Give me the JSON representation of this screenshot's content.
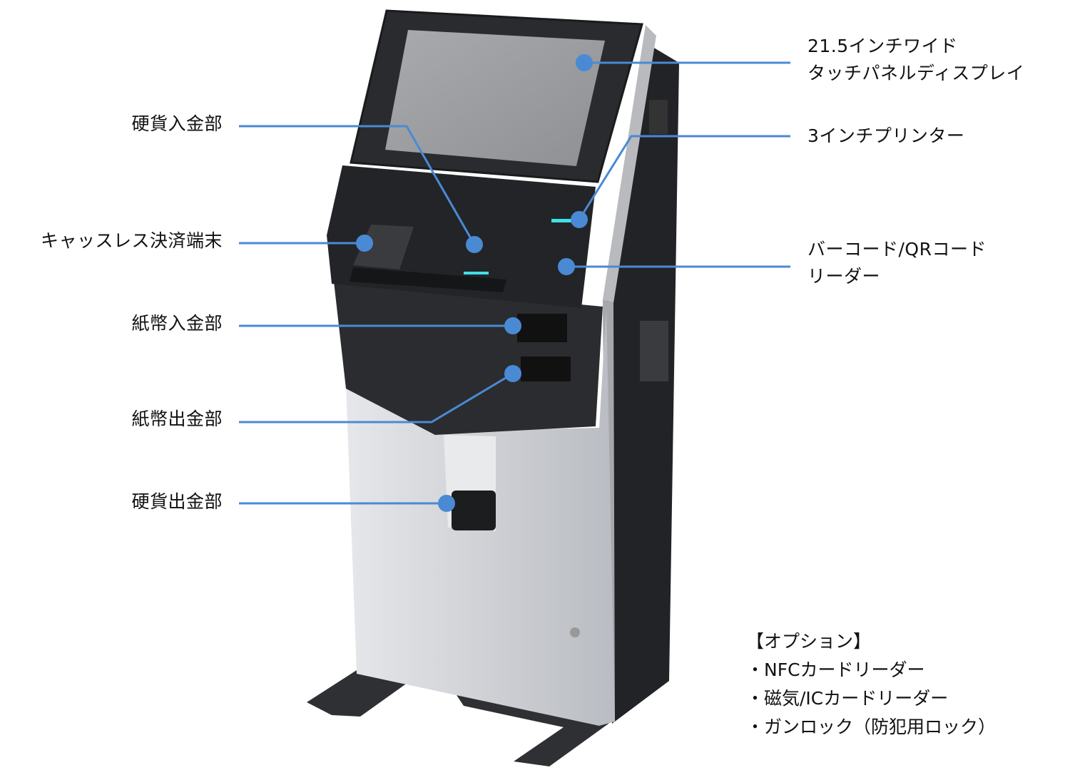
{
  "labels": {
    "display": [
      "21.5インチワイド",
      "タッチパネルディスプレイ"
    ],
    "printer": "3インチプリンター",
    "barcode": [
      "バーコード/QRコード",
      "リーダー"
    ],
    "coin_in": "硬貨入金部",
    "cashless": "キャッスレス決済端末",
    "bill_in": "紙幣入金部",
    "bill_out": "紙幣出金部",
    "coin_out": "硬貨出金部"
  },
  "options": {
    "title": "【オプション】",
    "items": [
      "・NFCカードリーダー",
      "・磁気/ICカードリーダー",
      "・ガンロック（防犯用ロック）"
    ]
  },
  "colors": {
    "leader": "#4a8ad4",
    "body_dark": "#2a2b2e",
    "body_light": "#c9cbd0",
    "screen": "#9d9ea1"
  }
}
